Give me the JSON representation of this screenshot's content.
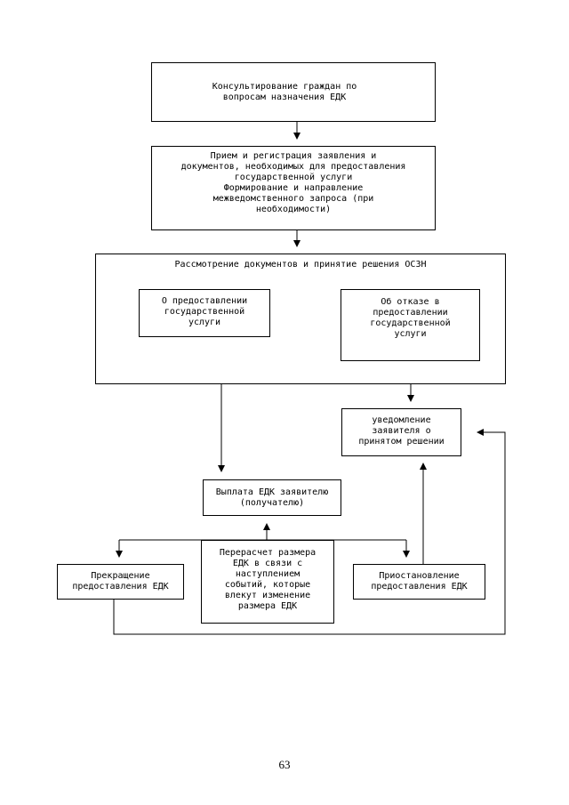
{
  "steps": {
    "consult": "Консультирование граждан по\nвопросам назначения ЕДК",
    "reception": "Прием и регистрация заявления и\nдокументов, необходимых для предоставления\nгосударственной услуги\nФормирование и направление\nмежведомственного запроса (при\nнеобходимости)",
    "review": "Рассмотрение документов и принятие решения ОСЗН",
    "grant": "О предоставлении\nгосударственной\nуслуги",
    "refuse": "Об отказе в\nпредоставлении\nгосударственной\nуслуги",
    "notify": "уведомление\nзаявителя о\nпринятом решении",
    "payment": "Выплата ЕДК заявителю\n(получателю)",
    "recalc": "Перерасчет размера\nЕДК в связи с\nнаступлением\nсобытий, которые\nвлекут изменение\nразмера ЕДК",
    "terminate": "Прекращение\nпредоставления ЕДК",
    "suspend": "Приостановление\nпредоставления ЕДК"
  },
  "page_number": "63"
}
